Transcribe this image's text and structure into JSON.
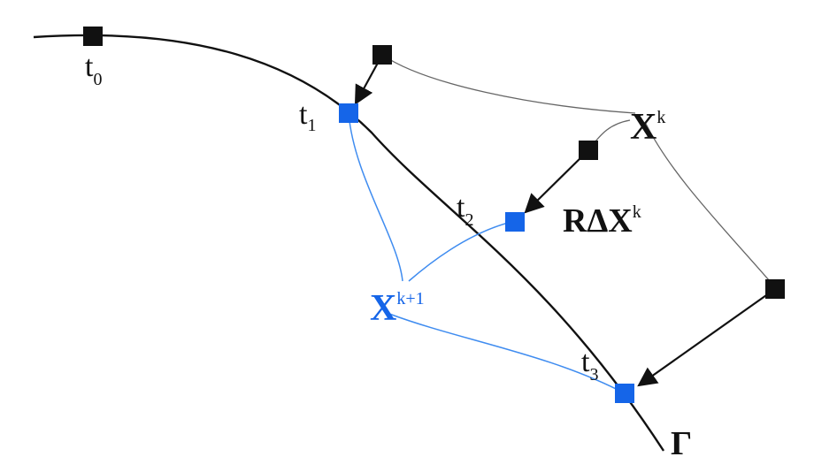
{
  "diagram": {
    "colors": {
      "curve": "#111111",
      "black_node": "#111111",
      "blue_node": "#1565e8",
      "gray_link": "#666666",
      "blue_link": "#3f8cf0"
    },
    "curve_label": "Γ",
    "time_labels": [
      {
        "base": "t",
        "sub": "0"
      },
      {
        "base": "t",
        "sub": "1"
      },
      {
        "base": "t",
        "sub": "2"
      },
      {
        "base": "t",
        "sub": "3"
      }
    ],
    "xk": {
      "base": "X",
      "sup": "k"
    },
    "rdx": {
      "base": "RΔX",
      "sup": "k"
    },
    "xk1": {
      "base": "X",
      "sup": "k+1"
    }
  }
}
